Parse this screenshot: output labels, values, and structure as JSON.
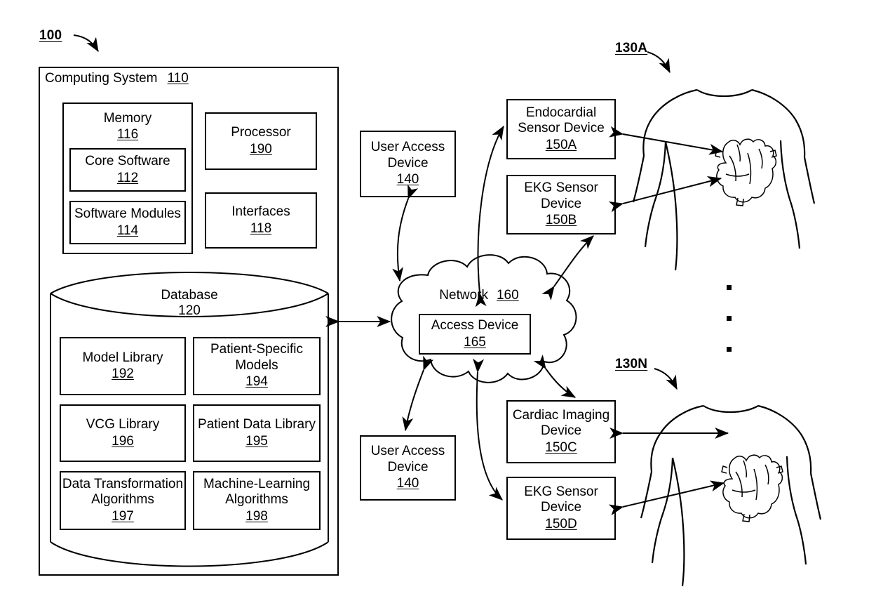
{
  "figure": {
    "ref": "100",
    "domain_note": "patent system architecture diagram"
  },
  "computing_system": {
    "title": "Computing System",
    "num": "110",
    "memory": {
      "title": "Memory",
      "num": "116",
      "children": [
        {
          "title": "Core Software",
          "num": "112"
        },
        {
          "title": "Software Modules",
          "num": "114"
        }
      ]
    },
    "right_blocks": [
      {
        "title": "Processor",
        "num": "190"
      },
      {
        "title": "Interfaces",
        "num": "118"
      }
    ],
    "database": {
      "title": "Database",
      "num": "120",
      "items": [
        {
          "title": "Model Library",
          "num": "192"
        },
        {
          "title": "Patient-Specific\nModels",
          "num": "194"
        },
        {
          "title": "VCG Library",
          "num": "196"
        },
        {
          "title": "Patient Data Library",
          "num": "195"
        },
        {
          "title": "Data Transformation\nAlgorithms",
          "num": "197"
        },
        {
          "title": "Machine-Learning\nAlgorithms",
          "num": "198"
        }
      ]
    }
  },
  "user_access_devices": [
    {
      "title": "User Access\nDevice",
      "num": "140"
    },
    {
      "title": "User Access\nDevice",
      "num": "140"
    }
  ],
  "network": {
    "title": "Network",
    "num": "160",
    "access_device": {
      "title": "Access Device",
      "num": "165"
    }
  },
  "sensor_devices": [
    {
      "title": "Endocardial\nSensor Device",
      "num": "150A"
    },
    {
      "title": "EKG Sensor\nDevice",
      "num": "150B"
    },
    {
      "title": "Cardiac Imaging\nDevice",
      "num": "150C"
    },
    {
      "title": "EKG Sensor\nDevice",
      "num": "150D"
    }
  ],
  "patients": [
    {
      "ref": "130A"
    },
    {
      "ref": "130N"
    }
  ],
  "ellipsis": {
    "count": 3,
    "orientation": "vertical"
  },
  "colors": {
    "stroke": "#000000",
    "background": "#ffffff"
  }
}
